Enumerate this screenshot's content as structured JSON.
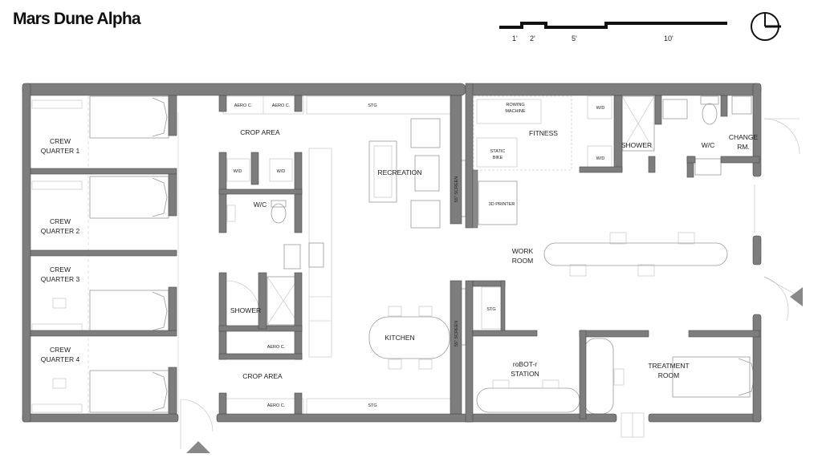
{
  "title": "Mars Dune Alpha",
  "scale_bar": {
    "labels": [
      "1'",
      "2'",
      "5'",
      "10'"
    ]
  },
  "compass_icon": "north-arrow-icon",
  "rooms": {
    "crew_quarter_1": [
      "CREW",
      "QUARTER 1"
    ],
    "crew_quarter_2": [
      "CREW",
      "QUARTER 2"
    ],
    "crew_quarter_3": [
      "CREW",
      "QUARTER 3"
    ],
    "crew_quarter_4": [
      "CREW",
      "QUARTER 4"
    ],
    "crop_area_top": "CROP AREA",
    "crop_area_bottom": "CROP AREA",
    "wc_center": "W/C",
    "shower_center": "SHOWER",
    "recreation": "RECREATION",
    "kitchen": "KITCHEN",
    "fitness": "FITNESS",
    "shower_right": "SHOWER",
    "wc_right": "W/C",
    "change_room": [
      "CHANGE",
      "RM."
    ],
    "work_room": [
      "WORK",
      "ROOM"
    ],
    "robot_station": [
      "roBOT-r",
      "STATION"
    ],
    "treatment_room": [
      "TREATMENT",
      "ROOM"
    ]
  },
  "labels": {
    "aero_c1": "AERO C.",
    "aero_c2": "AERO C.",
    "aero_c3": "AERO C.",
    "aero_c4": "AERO C.",
    "stg_top": "STG",
    "stg_bottom": "STG",
    "stg_work": "STG",
    "wd_1": "W/D",
    "wd_2": "W/D",
    "wd_fitness_top": "W/D",
    "wd_fitness_bottom": "W/D",
    "rowing": [
      "ROWING",
      "MACHINE"
    ],
    "static_bike": [
      "STATIC",
      "BIKE"
    ],
    "printer": "3D PRINTER",
    "screen_1": "55\" SCREEN",
    "screen_2": "55\" SCREEN"
  }
}
